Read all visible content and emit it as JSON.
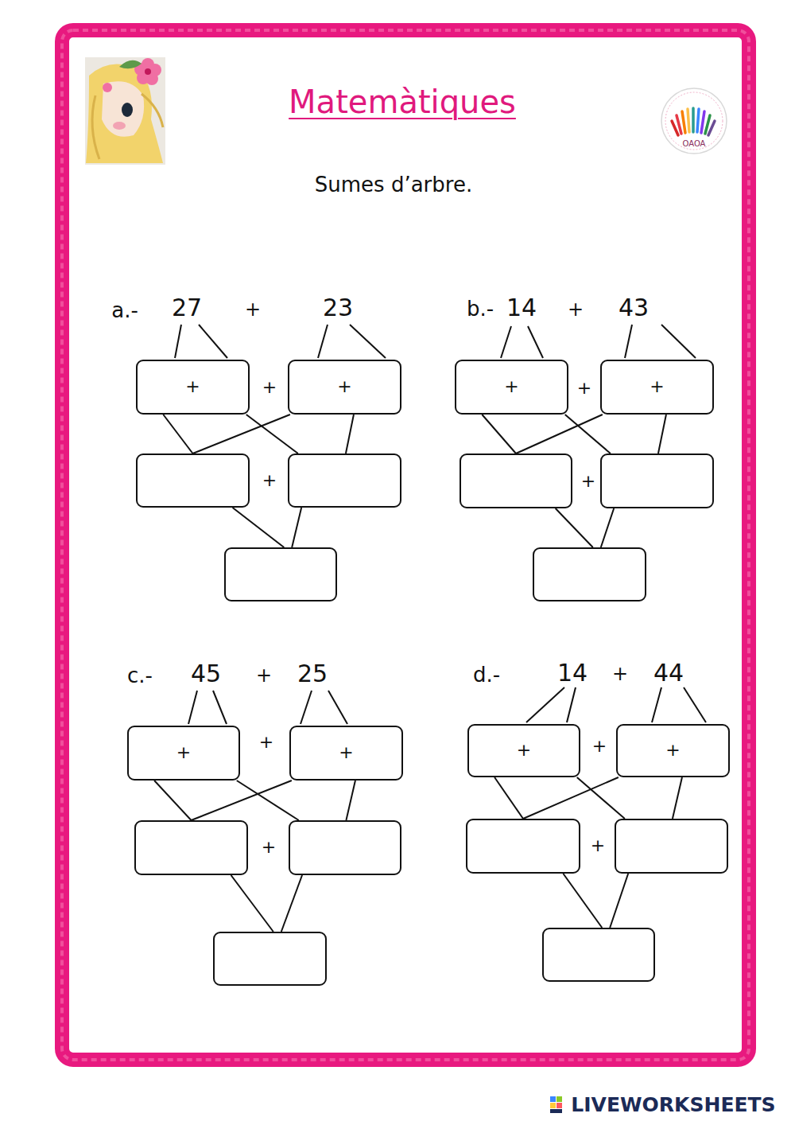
{
  "diagram": {
    "title": "Matemàtiques",
    "nodes": [
      {
        "text": [
          "+"
        ]
      },
      {
        "text": [
          "+"
        ]
      },
      {
        "text": []
      },
      {
        "text": []
      },
      {
        "text": []
      },
      {
        "text": [
          "+"
        ]
      },
      {
        "text": [
          "+"
        ]
      },
      {
        "text": []
      },
      {
        "text": []
      },
      {
        "text": []
      },
      {
        "text": [
          "+"
        ]
      },
      {
        "text": [
          "+"
        ]
      },
      {
        "text": []
      },
      {
        "text": []
      },
      {
        "text": []
      },
      {
        "text": [
          "+"
        ]
      },
      {
        "text": [
          "+"
        ]
      },
      {
        "text": []
      },
      {
        "text": []
      },
      {
        "text": []
      }
    ],
    "edges": [
      {
        "from": 0,
        "to": 2,
        "arrow": "none"
      },
      {
        "from": 0,
        "to": 3,
        "arrow": "none"
      },
      {
        "from": 1,
        "to": 2,
        "arrow": "none"
      },
      {
        "from": 1,
        "to": 3,
        "arrow": "none"
      },
      {
        "from": 2,
        "to": 4,
        "arrow": "none"
      },
      {
        "from": 3,
        "to": 4,
        "arrow": "none"
      },
      {
        "from": 5,
        "to": 7,
        "arrow": "none"
      },
      {
        "from": 5,
        "to": 8,
        "arrow": "none"
      },
      {
        "from": 6,
        "to": 7,
        "arrow": "none"
      },
      {
        "from": 6,
        "to": 8,
        "arrow": "none"
      },
      {
        "from": 7,
        "to": 9,
        "arrow": "none"
      },
      {
        "from": 8,
        "to": 9,
        "arrow": "none"
      },
      {
        "from": 10,
        "to": 12,
        "arrow": "none"
      },
      {
        "from": 10,
        "to": 13,
        "arrow": "none"
      },
      {
        "from": 11,
        "to": 12,
        "arrow": "none"
      },
      {
        "from": 11,
        "to": 13,
        "arrow": "none"
      },
      {
        "from": 12,
        "to": 14,
        "arrow": "none"
      },
      {
        "from": 13,
        "to": 14,
        "arrow": "none"
      },
      {
        "from": 15,
        "to": 17,
        "arrow": "none"
      },
      {
        "from": 15,
        "to": 18,
        "arrow": "none"
      },
      {
        "from": 16,
        "to": 17,
        "arrow": "none"
      },
      {
        "from": 16,
        "to": 18,
        "arrow": "none"
      },
      {
        "from": 17,
        "to": 19,
        "arrow": "none"
      },
      {
        "from": 18,
        "to": 19,
        "arrow": "none"
      }
    ],
    "labels": [
      "Sumes d’arbre.",
      "a.-",
      "27",
      "+",
      "23",
      "+",
      "+",
      "b.-",
      "14",
      "+",
      "43",
      "+",
      "+",
      "c.-",
      "45",
      "+",
      "25",
      "+",
      "+",
      "d.-",
      "14",
      "+",
      "44",
      "+",
      "+",
      "OAOA",
      "LIVEWORKSHEETS"
    ]
  }
}
